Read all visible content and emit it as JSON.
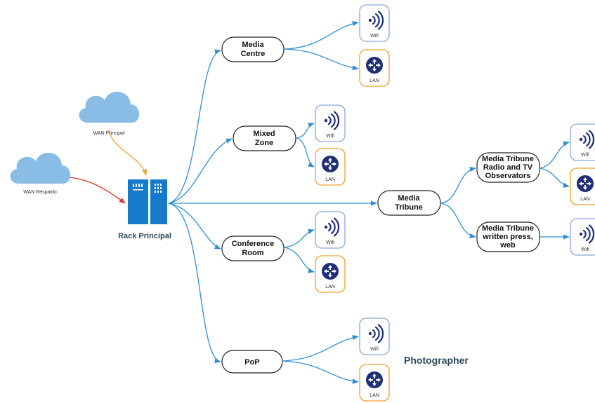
{
  "colors": {
    "edge": "#2f8fd0",
    "wan_principal_edge": "#f0a030",
    "wan_respaldo_edge": "#d9342b",
    "cloud": "#89bde6",
    "wifi_border": "#8aa8d8",
    "lan_border": "#f0a030",
    "icon_dark": "#1f2e78",
    "rack": "#1679c9",
    "label_dark": "#2d4a5e"
  },
  "clouds": {
    "wan_principal": "WAN Principal",
    "wan_respaldo": "WAN Respaldo"
  },
  "rack": {
    "label": "Rack Principal",
    "icon": "server-rack-icon"
  },
  "nodes": {
    "media_centre": [
      "Media",
      "Centre"
    ],
    "mixed_zone": [
      "Mixed",
      "Zone"
    ],
    "conference_room": [
      "Conference",
      "Room"
    ],
    "pop": [
      "PoP"
    ],
    "media_tribune": [
      "Media",
      "Tribune"
    ],
    "radio_tv": [
      "Media Tribune",
      "Radio and TV",
      "Observators"
    ],
    "written_press": [
      "Media Tribune",
      "written press,",
      "web"
    ]
  },
  "device_labels": {
    "wifi": "Wifi",
    "lan": "LAN"
  },
  "icons": {
    "wifi": "wifi-icon",
    "lan": "router-icon",
    "cloud": "cloud-icon"
  },
  "photographer": "Photographer"
}
